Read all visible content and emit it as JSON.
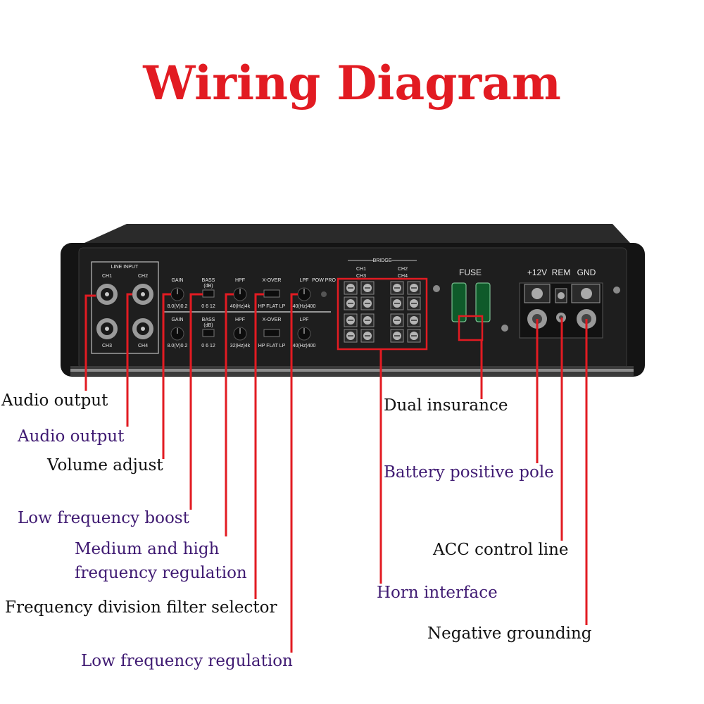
{
  "title": "Wiring Diagram",
  "colors": {
    "title": "#e21b22",
    "leader": "#e21b22",
    "label_dark": "#111111",
    "label_purple": "#3f1a72",
    "chassis": "#1b1b1b"
  },
  "panel": {
    "line_input": "LINE INPUT",
    "ch1": "CH1",
    "ch2": "CH2",
    "ch3": "CH3",
    "ch4": "CH4",
    "gain": "GAIN",
    "bass": "BASS",
    "bass_unit": "(dB)",
    "hpf": "HPF",
    "xover": "X-OVER",
    "lpf": "LPF",
    "pow_pro": "POW PRO",
    "gain_range": "8.0(V)0.2",
    "bass_range": "0  6  12",
    "hpf_range_top": "40(Hz)4k",
    "hpf_range_bottom": "32(Hz)4k",
    "xover_modes": "HP FLAT LP",
    "lpf_range": "40(Hz)400",
    "bridge": "BRIDGE",
    "bridge_ch1": "CH1",
    "bridge_ch2": "CH2",
    "bridge_ch3": "CH3",
    "bridge_ch4": "CH4",
    "fuse": "FUSE",
    "plus12v": "+12V",
    "rem": "REM",
    "gnd": "GND"
  },
  "labels": {
    "audio_output_1": "Audio output",
    "audio_output_2": "Audio output",
    "volume_adjust": "Volume adjust",
    "low_frequency_boost": "Low frequency boost",
    "medium_high_line1": "Medium and high",
    "medium_high_line2": "frequency regulation",
    "frequency_division": "Frequency division filter selector",
    "low_frequency_regulation": "Low frequency regulation",
    "dual_insurance": "Dual insurance",
    "battery_positive": "Battery positive pole",
    "acc_control": "ACC control line",
    "horn_interface": "Horn interface",
    "negative_grounding": "Negative grounding"
  }
}
